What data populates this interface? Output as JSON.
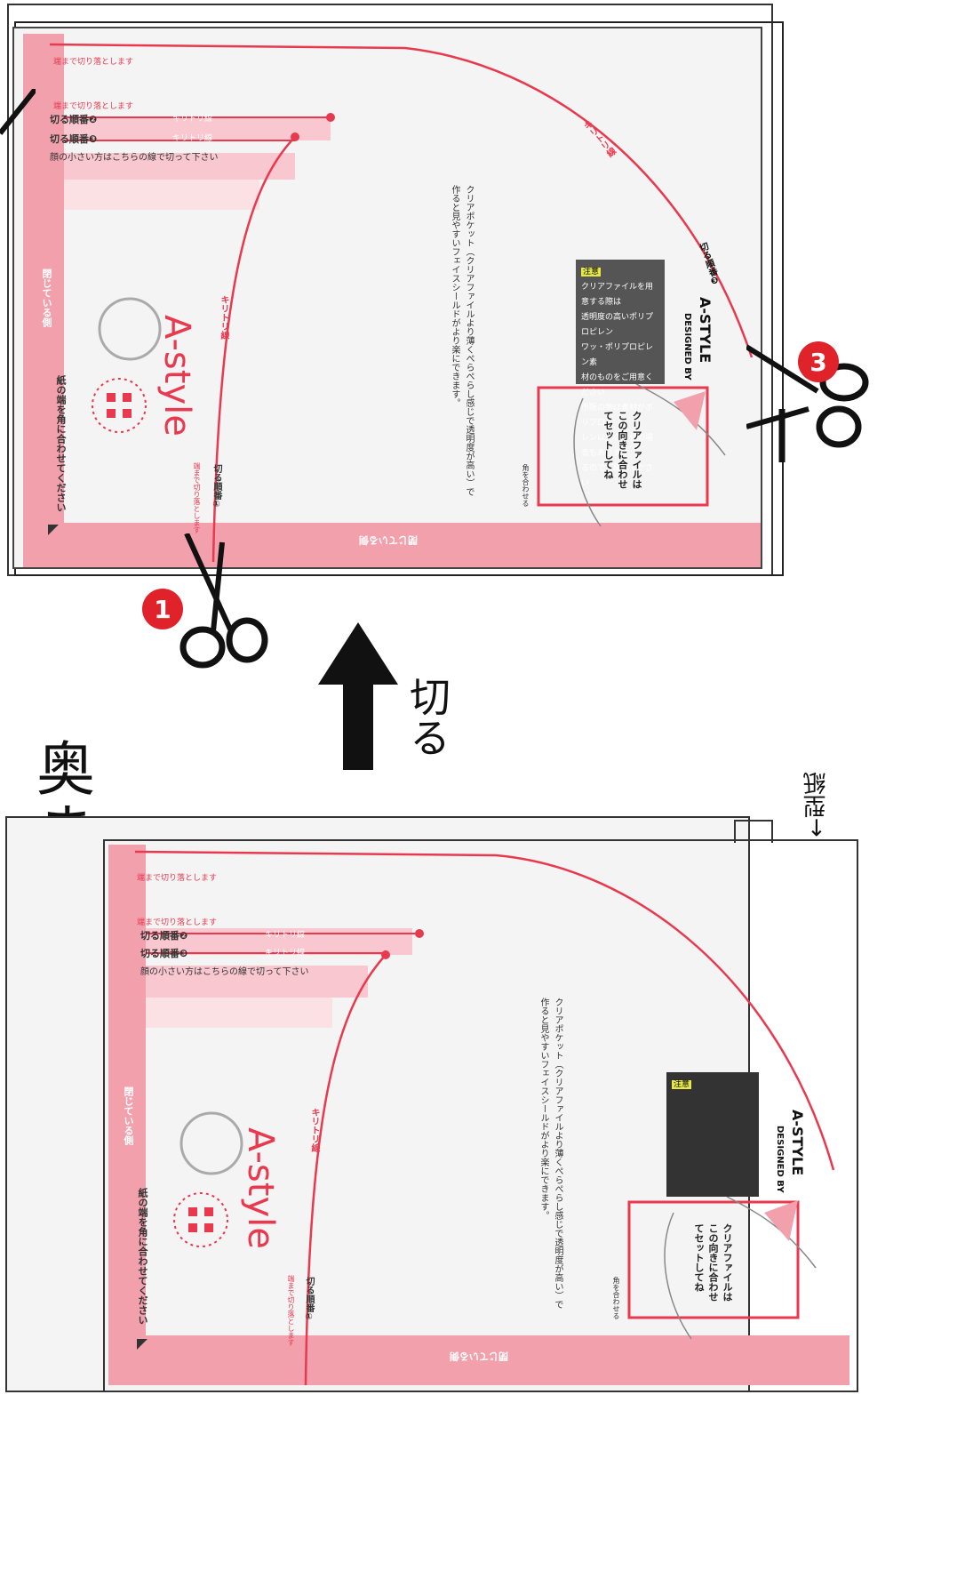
{
  "top_panel": {
    "cut_edge_note": "端まで切り落とします",
    "cut_order_2": "切る順番❷",
    "cut_order_3": "切る順番❸",
    "cut_order_1": "切る順番①",
    "cut_order_3b": "切る順番❸",
    "kiritori_line": "キリトリ線",
    "small_face_note": "顔の小さい方はこちらの線で切って下さい",
    "closed_side": "閉じている側",
    "align_corner": "紙の端を角に合わせてください",
    "brand": "A-style",
    "description_line1": "クリアポケット（クリアファイルより薄くぺらぺらし感じで透明度が高い）で",
    "description_line2": "作ると見やすいフェイスシールドがより楽にできます。",
    "caution_label": "注意",
    "caution_text_lines": [
      "クリアファイルを用意する際は",
      "透明度の高いポリプロピレン",
      "ワッ・ポリプロピレン素",
      "材のものをご用意ください",
      "市販の物は素材がポリプロピ",
      "レン以外の素材の場合もあります",
      "るのでご確認ください"
    ],
    "designed_by": "DESIGNED BY",
    "designer": "A-STYLE",
    "set_direction": "クリアファイルは\nこの向きに合わせ\nてセットしてね",
    "align_corner_short": "角を合わせる"
  },
  "middle": {
    "cut_label": "切る",
    "badge_1": "1",
    "badge_3": "3"
  },
  "bottom_panel": {
    "insert_label": "奥まで差し込んで",
    "template_label": "←型紙",
    "closed_side": "閉じている側",
    "cut_edge_note": "端まで切り落とします",
    "cut_order_2": "切る順番❷",
    "cut_order_3": "切る順番❸",
    "cut_order_1": "切る順番①",
    "kiritori_line": "キリトリ線",
    "small_face_note": "顔の小さい方はこちらの線で切って下さい",
    "align_corner": "紙の端を角に合わせてください",
    "brand": "A-style",
    "description_line1": "クリアポケット（クリアファイルより薄くぺらぺらし感じで透明度が高い）で",
    "description_line2": "作ると見やすいフェイスシールドがより楽にできます。",
    "caution_label": "注意",
    "designed_by": "DESIGNED BY",
    "designer": "A-STYLE",
    "set_direction": "クリアファイルは\nこの向きに合わせ\nてセットしてね",
    "align_corner_short": "角を合わせる"
  },
  "colors": {
    "accent_red": "#e8394f",
    "band_pink": "#f3a0ad",
    "badge_red": "#e0222a",
    "dark_box": "#555555"
  }
}
